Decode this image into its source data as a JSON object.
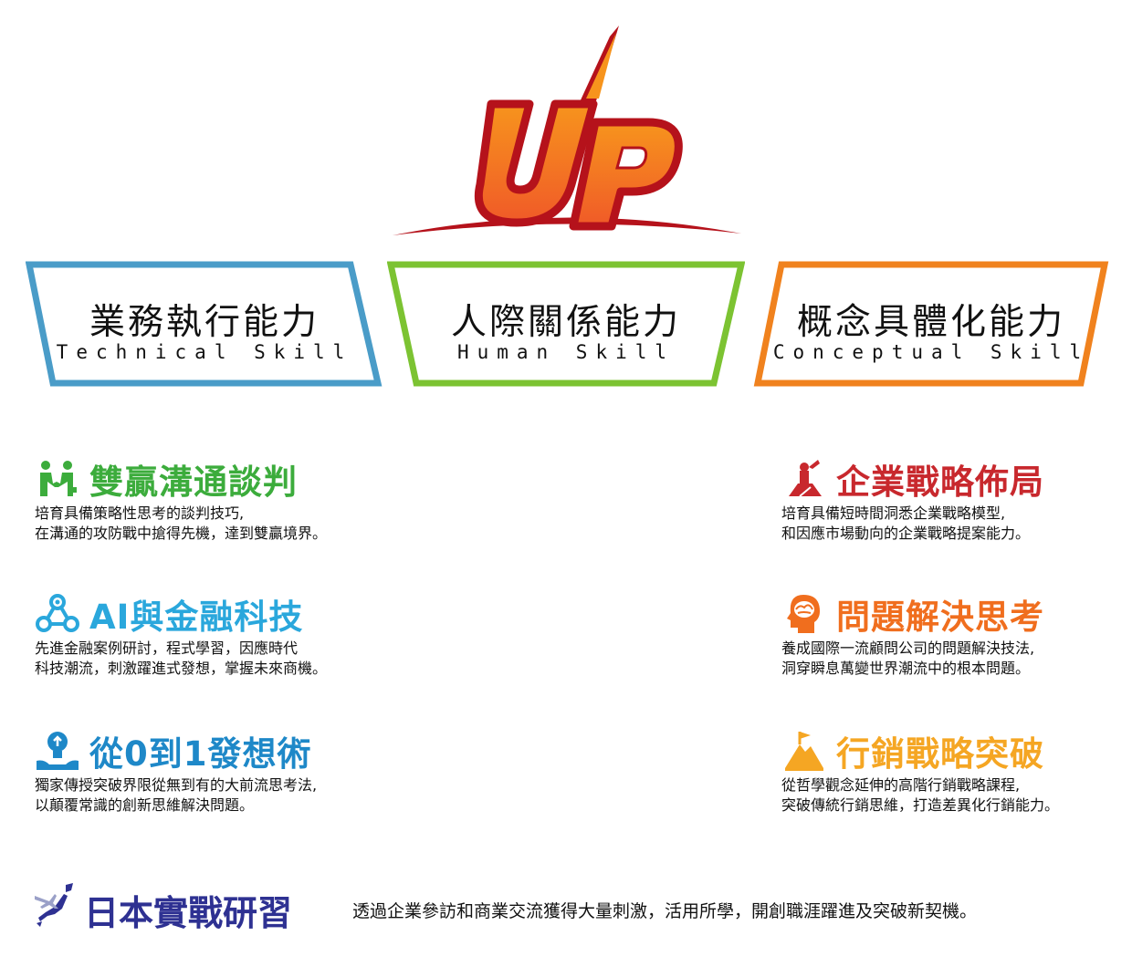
{
  "logo": {
    "text": "UP"
  },
  "skills": [
    {
      "zh": "業務執行能力",
      "en": "Technical Skill",
      "color": "#4a9cc8"
    },
    {
      "zh": "人際關係能力",
      "en": "Human Skill",
      "color": "#7cc332"
    },
    {
      "zh": "概念具體化能力",
      "en": "Conceptual Skill",
      "color": "#f0821e"
    }
  ],
  "features": {
    "negotiation": {
      "title": "雙贏溝通談判",
      "line1": "培育具備策略性思考的談判技巧,",
      "line2": "在溝通的攻防戰中搶得先機，達到雙贏境界。",
      "color": "#3cac3c",
      "icon": "handshake-people-icon"
    },
    "fintech": {
      "title": "AI與金融科技",
      "line1": "先進金融案例研討，程式學習，因應時代",
      "line2": "科技潮流，刺激躍進式發想，掌握未來商機。",
      "color": "#2aa7dc",
      "icon": "network-nodes-icon"
    },
    "ideation": {
      "title": "從0到1發想術",
      "line1": "獨家傳授突破界限從無到有的大前流思考法,",
      "line2": "以顛覆常識的創新思維解決問題。",
      "color": "#1e88c8",
      "icon": "lightbulb-hands-icon"
    },
    "strategy": {
      "title": "企業戰略佈局",
      "line1": "培育具備短時間洞悉企業戰略模型,",
      "line2": "和因應市場動向的企業戰略提案能力。",
      "color": "#c8282d",
      "icon": "chess-strategy-icon"
    },
    "problem": {
      "title": "問題解決思考",
      "line1": "養成國際一流顧問公司的問題解決技法,",
      "line2": "洞穿瞬息萬變世界潮流中的根本問題。",
      "color": "#f06e1e",
      "icon": "brain-head-icon"
    },
    "marketing": {
      "title": "行銷戰略突破",
      "line1": "從哲學觀念延伸的高階行銷戰略課程,",
      "line2": "突破傳統行銷思維，打造差異化行銷能力。",
      "color": "#f5a623",
      "icon": "mountain-flag-icon"
    }
  },
  "japan": {
    "title": "日本實戰研習",
    "desc": "透過企業參訪和商業交流獲得大量刺激，活用所學，開創職涯躍進及突破新契機。",
    "color": "#2e3192",
    "icon": "japan-map-plane-icon"
  }
}
